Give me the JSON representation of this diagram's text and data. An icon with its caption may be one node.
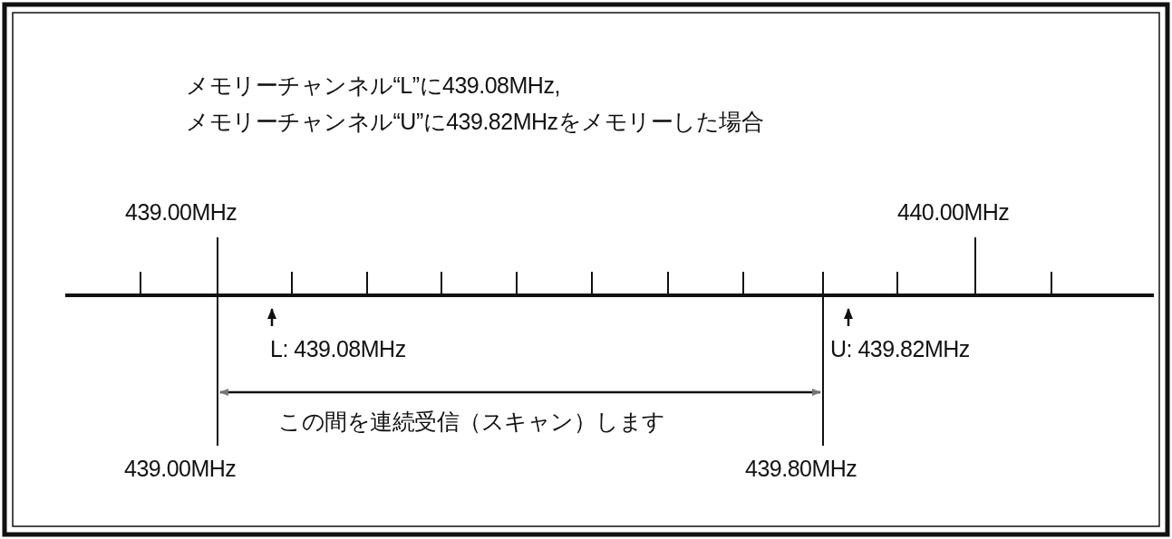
{
  "diagram": {
    "labels": [
      "メモリーチャンネル“L”に439.08MHz,",
      "メモリーチャンネル“U”に439.82MHzをメモリーした場合",
      "439.00MHz",
      "440.00MHz",
      "L: 439.08MHz",
      "U: 439.82MHz",
      "この間を連続受信（スキャン）します",
      "439.00MHz",
      "439.80MHz"
    ]
  }
}
